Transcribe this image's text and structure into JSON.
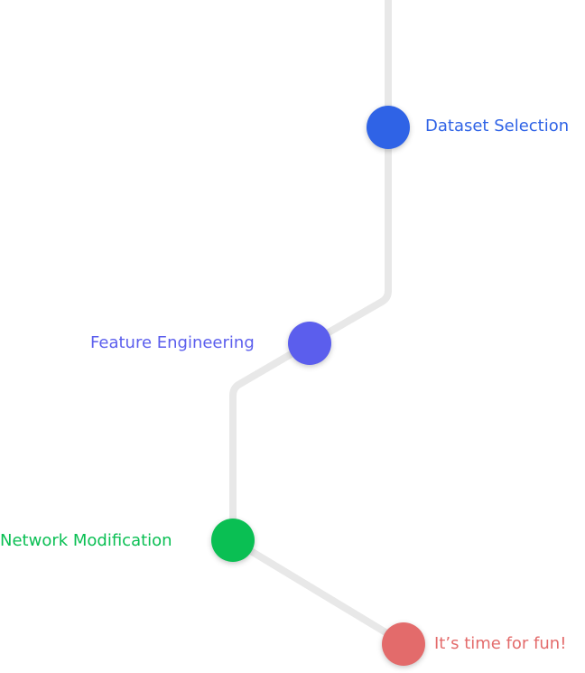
{
  "steps": [
    {
      "label": "Dataset Selection",
      "color": "#2F63E6"
    },
    {
      "label": "Feature Engineering",
      "color": "#5B5EED"
    },
    {
      "label": "Network Modification",
      "color": "#0ABF53"
    },
    {
      "label": "It’s time for fun!",
      "color": "#E36B6B"
    }
  ],
  "line_color": "#E8E8E8"
}
